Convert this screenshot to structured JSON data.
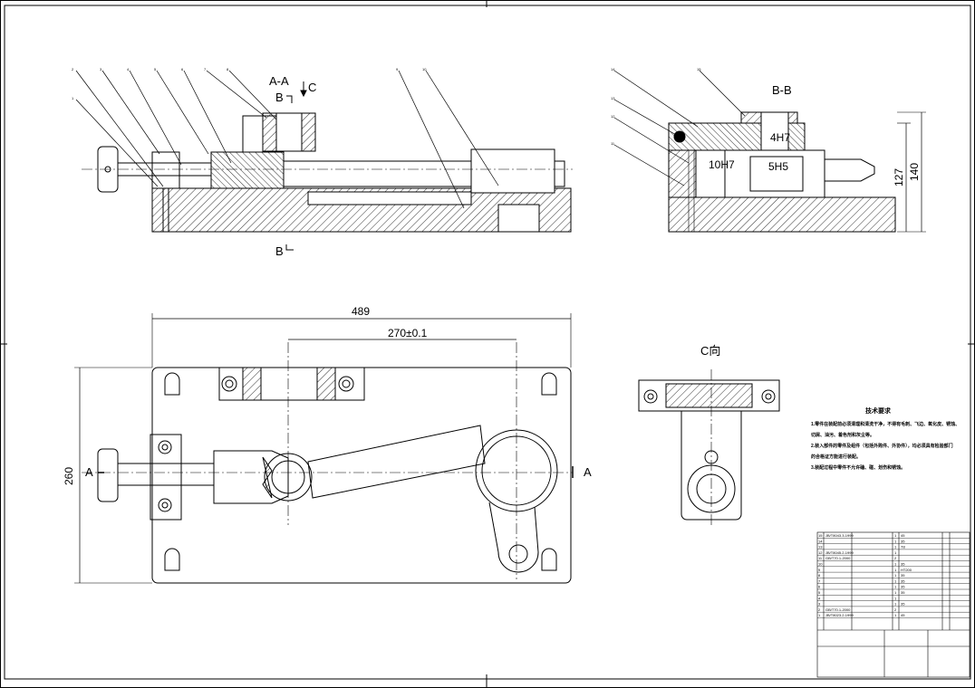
{
  "views": {
    "section_aa": {
      "title": "A-A",
      "mark_b_top": "B",
      "mark_c": "C",
      "mark_b_bottom": "B"
    },
    "section_bb": {
      "title": "B-B",
      "dims": [
        "127",
        "140"
      ],
      "fits": [
        "4H7",
        "10H7",
        "5H5"
      ]
    },
    "plan": {
      "dim_width": "489",
      "dim_center": "270±0.1",
      "dim_height": "260",
      "mark_a_left": "A",
      "mark_a_right": "A"
    },
    "view_c": {
      "title": "C向"
    }
  },
  "balloons": [
    "1",
    "2",
    "3",
    "4",
    "5",
    "6",
    "7",
    "8",
    "9",
    "10"
  ],
  "balloons_bb": [
    "11",
    "12",
    "13",
    "14",
    "15"
  ],
  "notes": {
    "title": "技术要求",
    "items": [
      "1.零件在装配前必须清理和清洗干净，不得有毛刺、飞边、氧化皮、锈蚀、",
      "切屑、油污、着色剂和灰尘等。",
      "2.装入部件的零件及组件（包括外购件、外协件），均必须具有检验部门",
      "的合格证方能进行装配。",
      "3.装配过程中零件不允许磕、碰、划伤和锈蚀。"
    ]
  },
  "bom": {
    "rows": [
      {
        "no": "15",
        "std": "JB/T8043.3-1999",
        "name": "",
        "qty": "1",
        "mat": "45"
      },
      {
        "no": "14",
        "std": "",
        "name": "",
        "qty": "1",
        "mat": "35"
      },
      {
        "no": "13",
        "std": "",
        "name": "",
        "qty": "1",
        "mat": "T8"
      },
      {
        "no": "12",
        "std": "JB/T8045.2-1999",
        "name": "",
        "qty": "1",
        "mat": ""
      },
      {
        "no": "11",
        "std": "GB/T70.1-2000",
        "name": "",
        "qty": "2",
        "mat": ""
      },
      {
        "no": "10",
        "std": "",
        "name": "",
        "qty": "1",
        "mat": "35"
      },
      {
        "no": "9",
        "std": "",
        "name": "",
        "qty": "1",
        "mat": "HT200"
      },
      {
        "no": "8",
        "std": "",
        "name": "",
        "qty": "1",
        "mat": "35"
      },
      {
        "no": "7",
        "std": "",
        "name": "",
        "qty": "1",
        "mat": "35"
      },
      {
        "no": "6",
        "std": "",
        "name": "",
        "qty": "1",
        "mat": "35"
      },
      {
        "no": "5",
        "std": "",
        "name": "",
        "qty": "1",
        "mat": "35"
      },
      {
        "no": "4",
        "std": "",
        "name": "",
        "qty": "1",
        "mat": ""
      },
      {
        "no": "3",
        "std": "",
        "name": "",
        "qty": "1",
        "mat": "35"
      },
      {
        "no": "2",
        "std": "GB/T70.1-2000",
        "name": "",
        "qty": "2",
        "mat": ""
      },
      {
        "no": "1",
        "std": "JB/T8023.2-1999",
        "name": "",
        "qty": "1",
        "mat": "45"
      }
    ]
  }
}
